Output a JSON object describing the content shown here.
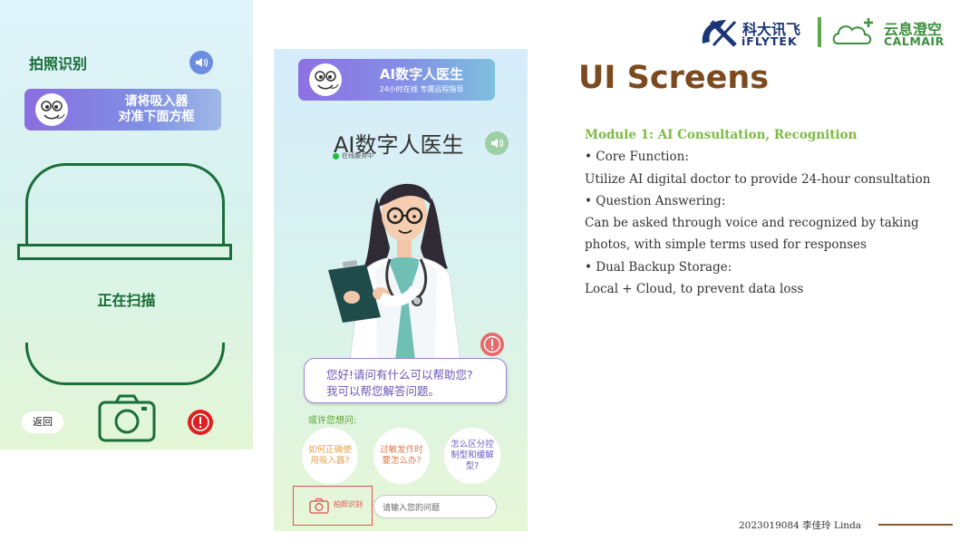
{
  "phone1": {
    "title": "拍照识别",
    "banner_line1": "请将吸入器",
    "banner_line2": "对准下面方框",
    "scanning": "正在扫描",
    "back": "返回"
  },
  "phone2": {
    "banner_title": "AI数字人医生",
    "banner_subtitle": "24小时在线 专属远程指导",
    "title": "AI数字人医生",
    "online": "在线服务中",
    "bubble_line1": "您好!请问有什么可以帮助您?",
    "bubble_line2": "我可以帮您解答问题。",
    "maybe_ask": "或许您想问:",
    "questions": [
      "如何正确使用吸入器?",
      "过敏发作时要怎么办?",
      "怎么区分控制型和缓解型?"
    ],
    "photo_button": "拍照识别",
    "input_placeholder": "请输入您的问题"
  },
  "logos": {
    "iflytek_cn": "科大讯飞",
    "iflytek_en": "iFLYTEK",
    "calmair_cn": "云息澄空",
    "calmair_en": "CALMAIR"
  },
  "slide": {
    "heading": "UI Screens",
    "module_title": "Module 1: AI Consultation, Recognition",
    "lines": [
      "• Core Function:",
      "Utilize AI digital doctor to provide 24-hour consultation",
      "• Question Answering:",
      "Can be asked through voice and recognized by taking",
      "photos, with simple terms used for responses",
      "• Dual Backup Storage:",
      "Local + Cloud, to prevent data loss"
    ],
    "footer": "2023019084 李佳玲 Linda"
  },
  "colors": {
    "green_dark": "#1a6e3a",
    "purple_banner": "#8a6ee0",
    "heading_brown": "#7c4a1f",
    "module_green": "#7dbb43",
    "alert_red": "#e02020"
  },
  "icons": [
    "speaker-icon",
    "camera-icon",
    "alert-icon",
    "cartoon-face-icon",
    "iflytek-logo-icon",
    "cloud-plus-icon"
  ]
}
